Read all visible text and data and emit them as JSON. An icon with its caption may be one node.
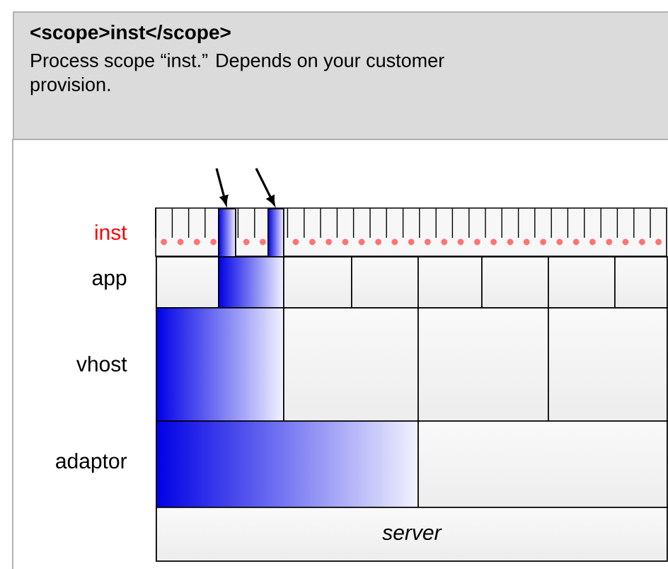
{
  "diagram": {
    "nodes": [
      {
        "text": [
          "<scope>inst</scope>",
          "Process scope “inst.” Depends on your customer provision."
        ]
      },
      {
        "text": [],
        "shape": "box"
      },
      {
        "text": [],
        "shape": "box"
      },
      {
        "text": [],
        "shape": "box"
      },
      {
        "text": [],
        "shape": "box"
      },
      {
        "text": [],
        "shape": "box"
      },
      {
        "text": [],
        "shape": "box"
      },
      {
        "text": [],
        "shape": "box"
      },
      {
        "text": [],
        "shape": "box"
      },
      {
        "text": [],
        "shape": "box"
      },
      {
        "text": [],
        "shape": "box"
      },
      {
        "text": [],
        "shape": "box"
      },
      {
        "text": [],
        "shape": "box"
      },
      {
        "text": [],
        "shape": "box"
      },
      {
        "text": [],
        "shape": "box"
      },
      {
        "text": [],
        "shape": "box"
      },
      {
        "text": [],
        "shape": "box"
      },
      {
        "text": [
          "server"
        ]
      }
    ],
    "edges": [
      {
        "from": null,
        "to": 1,
        "arrow": "to"
      },
      {
        "from": null,
        "to": 2,
        "arrow": "to"
      }
    ],
    "labels": [
      "inst",
      "app",
      "vhost",
      "adaptor"
    ]
  }
}
